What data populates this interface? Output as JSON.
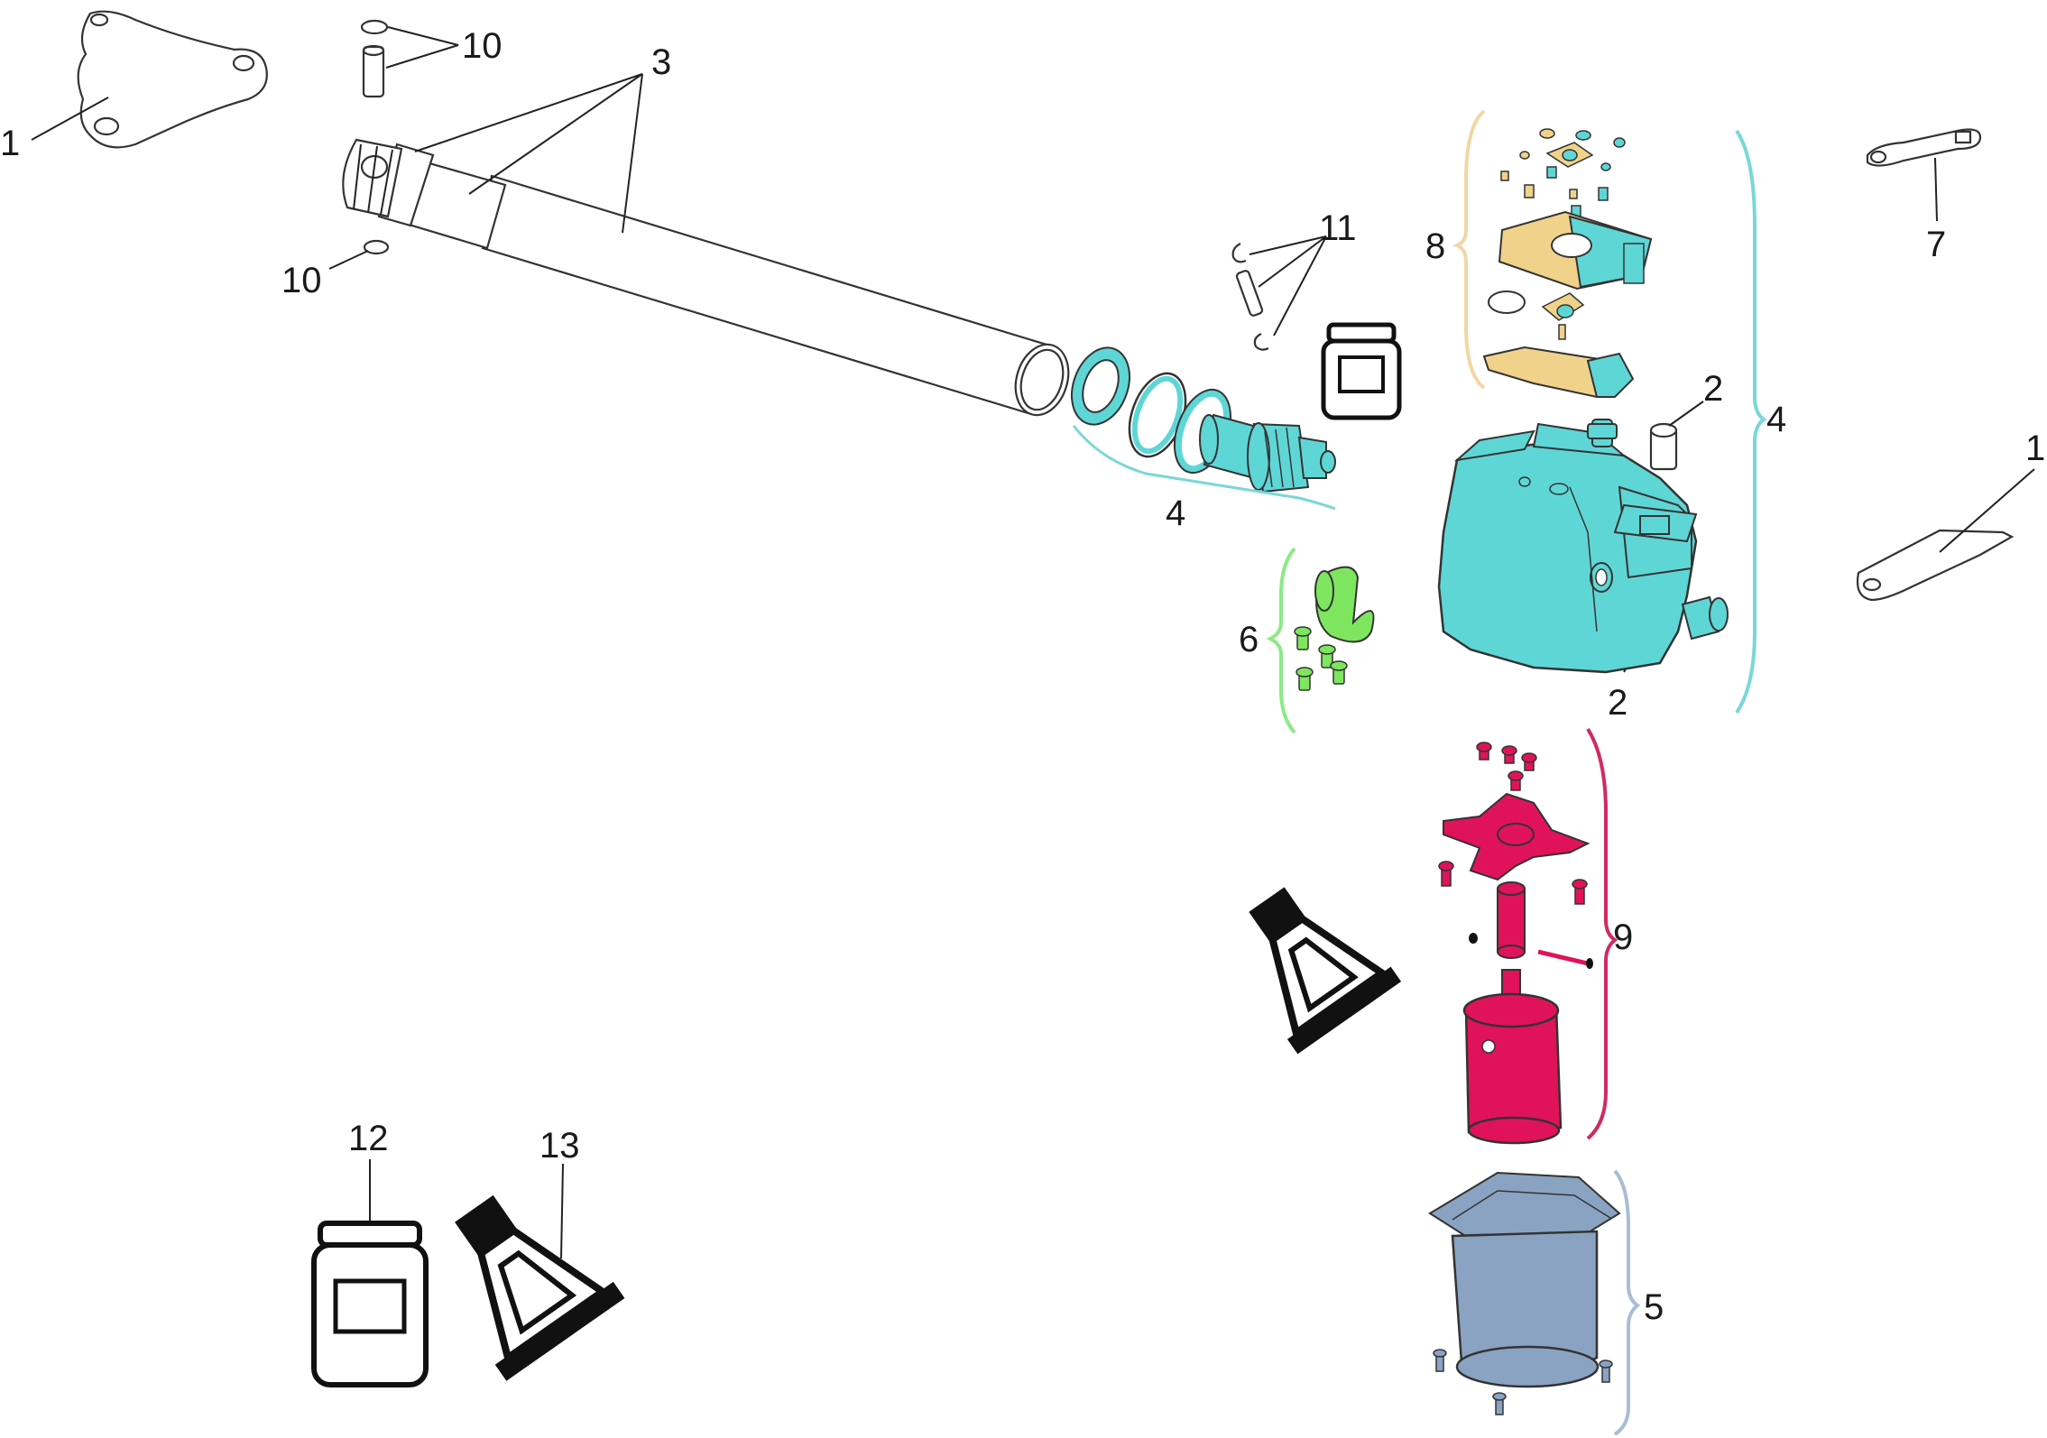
{
  "labels": {
    "bracket_left": "1",
    "bracket_right": "1",
    "seal_top": "2",
    "seal_bottom": "2",
    "tube_assembly": "3",
    "gear_group": "4",
    "housing_group": "4",
    "lower_cover_group": "5",
    "stop_group": "6",
    "release_lever": "7",
    "board_group": "8",
    "motor_group": "9",
    "pin_top": "10",
    "pin_bottom": "10",
    "clips": "11",
    "grease_jar": "12",
    "grease_tube": "13"
  },
  "colors": {
    "housing": "#5fd6d6",
    "housing_bracket": "#7ad7d8",
    "board_bracket": "#f2d7a5",
    "board": "#f0d28a",
    "stop": "#7ee65e",
    "stop_bracket": "#8bea86",
    "motor": "#e0135a",
    "motor_bracket": "#cf2a63",
    "cover": "#8aa3c2",
    "cover_bracket": "#a9bdd3",
    "outline": "#333333",
    "black": "#111111"
  },
  "icons": [
    "grease-jar-icon",
    "grease-tube-icon"
  ]
}
